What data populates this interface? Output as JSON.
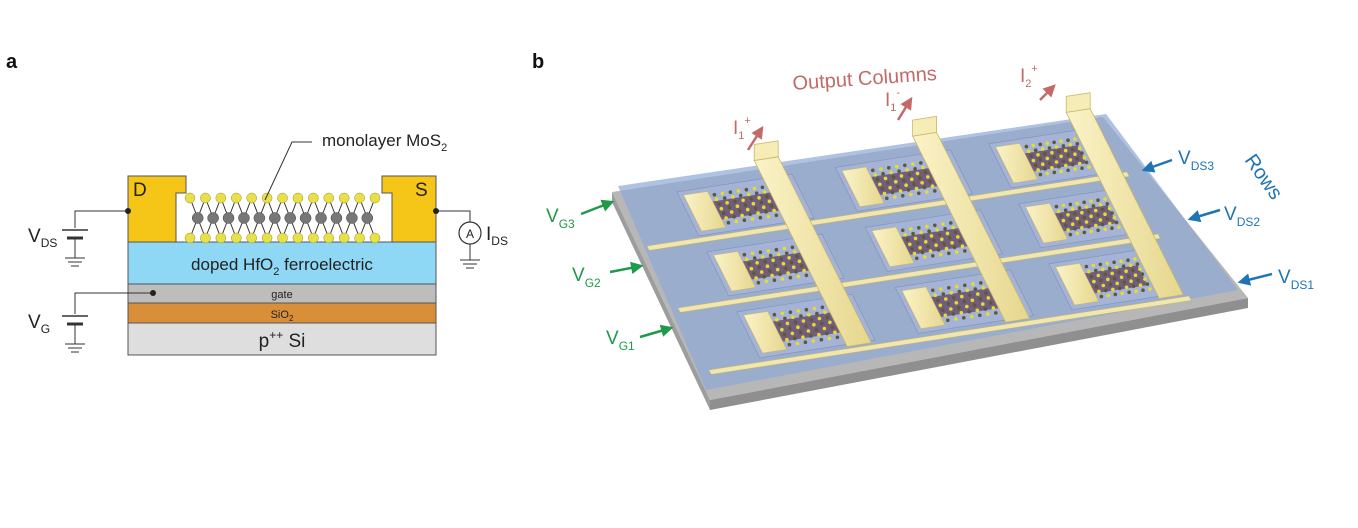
{
  "panels": {
    "a": "a",
    "b": "b"
  },
  "panel_a": {
    "mos2_label": "monolayer MoS",
    "mos2_sub": "2",
    "drain": "D",
    "source": "S",
    "hfo2_pre": "doped HfO",
    "hfo2_sub": "2",
    "hfo2_post": " ferroelectric",
    "gate": "gate",
    "sio2_pre": "SiO",
    "sio2_sub": "2",
    "si_pre": "p",
    "si_sup": "++",
    "si_post": " Si",
    "vds_main": "V",
    "vds_sub": "DS",
    "vg_main": "V",
    "vg_sub": "G",
    "ammeter": "A",
    "ids_main": "I",
    "ids_sub": "DS"
  },
  "panel_b": {
    "output_columns": "Output Columns",
    "rows": "Rows",
    "currents": [
      {
        "main": "I",
        "sub": "1",
        "sup": "+"
      },
      {
        "main": "I",
        "sub": "1",
        "sup": "-"
      },
      {
        "main": "I",
        "sub": "2",
        "sup": "+"
      }
    ],
    "gate_lines": [
      {
        "main": "V",
        "sub": "G3"
      },
      {
        "main": "V",
        "sub": "G2"
      },
      {
        "main": "V",
        "sub": "G1"
      }
    ],
    "ds_lines": [
      {
        "main": "V",
        "sub": "DS3"
      },
      {
        "main": "V",
        "sub": "DS2"
      },
      {
        "main": "V",
        "sub": "DS1"
      }
    ]
  },
  "colors": {
    "electrode": "#f5c518",
    "hfo2": "#8fd8f5",
    "gate": "#bdbdbd",
    "sio2": "#d98f3a",
    "si": "#dedede",
    "sulfur": "#e8e04a",
    "molybdenum": "#777777",
    "gate_arrow": "#1f9a4a",
    "ds_arrow": "#1f74b5",
    "current_arrow": "#c26a68",
    "gold_line": "#f1e6ae"
  }
}
